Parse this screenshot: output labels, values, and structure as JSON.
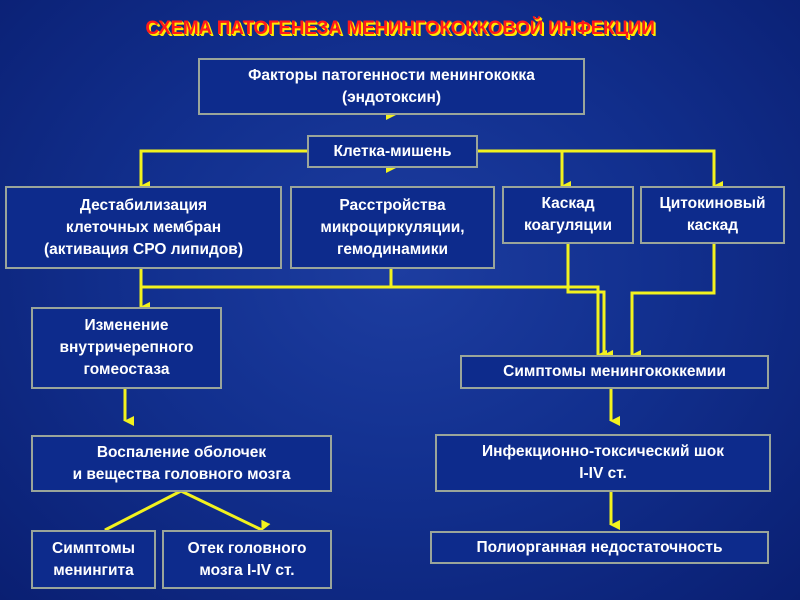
{
  "title": "СХЕМА ПАТОГЕНЕЗА МЕНИНГОКОККОВОЙ ИНФЕКЦИИ",
  "nodes": {
    "factors": "Факторы патогенности менингококка\n(эндотоксин)",
    "target_cell": "Клетка-мишень",
    "destabilization": "Дестабилизация\nклеточных мембран\n(активация СРО липидов)",
    "microcirculation": "Расстройства\nмикроциркуляции,\nгемодинамики",
    "coagulation": "Каскад\nкоагуляции",
    "cytokine": "Цитокиновый\nкаскад",
    "intracranial": "Изменение\nвнутричерепного\nгомеостаза",
    "meningococcemia": "Симптомы менингококкемии",
    "inflammation": "Воспаление оболочек\nи вещества головного мозга",
    "shock": "Инфекционно-токсический шок\nI-IV ст.",
    "meningitis": "Симптомы\nменингита",
    "edema": "Отек головного\nмозга I-IV ст.",
    "organ_failure": "Полиорганная недостаточность"
  },
  "colors": {
    "arrow": "#f2f21e",
    "box": "#0d2b8c",
    "title": "#ff1a1a"
  }
}
